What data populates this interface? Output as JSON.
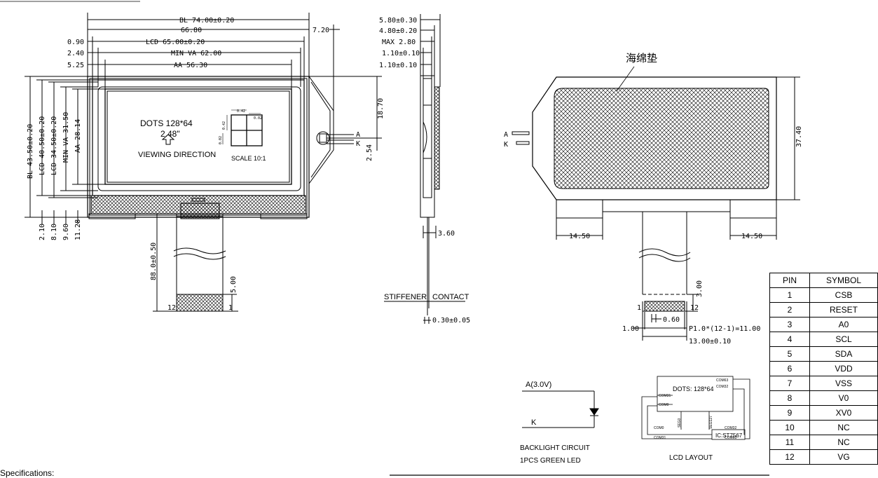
{
  "front_view": {
    "dims_top": [
      "BL  74.00±0.20",
      "66.80",
      "7.20",
      "0.90",
      "LCD  65.00±0.20",
      "2.40",
      "MIN  VA  62.00",
      "5.25",
      "AA  56.30"
    ],
    "dims_left": [
      "BL  43.50±0.20",
      "LCD  40.50±0.20",
      "LCD  34.50±0.20",
      "MIN  VA  31.50",
      "AA  28.14"
    ],
    "dims_bottom": [
      "2.10",
      "8.10",
      "9.60",
      "11.28"
    ],
    "dots": "DOTS    128*64",
    "size": "2.48\"",
    "viewing": "VIEWING  DIRECTION",
    "scale": "SCALE  10:1",
    "pixel_dims": [
      "0.42",
      "0.02",
      "0.42",
      "0.02"
    ],
    "tail_length": "88.0±0.50",
    "tail_end": "5.00",
    "pin_left": "12",
    "pin_right": "1",
    "led_a": "A",
    "led_k": "K",
    "dim_1870": "18.70",
    "dim_254": "2.54"
  },
  "side_view": {
    "dims": [
      "5.80±0.30",
      "4.80±0.20",
      "MAX  2.80",
      "1.10±0.10",
      "1.10±0.10"
    ],
    "dim_360": "3.60",
    "stiffener": "STIFFENER",
    "contact": "CONTACT",
    "dim_030": "0.30±0.05"
  },
  "back_view": {
    "sponge": "海绵垫",
    "dim_height": "37.40",
    "dim_left": "14.50",
    "dim_right": "14.50",
    "led_a": "A",
    "led_k": "K",
    "dim_300": "3.00",
    "pin_1": "1",
    "pin_12": "12",
    "dim_100": "1.00",
    "dim_060": "0.60",
    "pitch": "P1.0*(12-1)=11.00",
    "width": "13.00±0.10"
  },
  "backlight": {
    "anode": "A(3.0V)",
    "cathode": "K",
    "title1": "BACKLIGHT  CIRCUIT",
    "title2": "1PCS  GREEN  LED"
  },
  "lcd_layout": {
    "dots": "DOTS: 128*64",
    "com63a": "COM63",
    "com32a": "COM32",
    "com31a": "COM31",
    "com0a": "COM0",
    "seg0": "SEG0",
    "seg127": "SEG127",
    "com0b": "COM0",
    "com32b": "COM32",
    "com31b": "COM31",
    "com63b": "COM63",
    "ic": "IC:ST7567",
    "title": "LCD  LAYOUT"
  },
  "pin_table": {
    "headers": [
      "PIN",
      "SYMBOL"
    ],
    "rows": [
      [
        "1",
        "CSB"
      ],
      [
        "2",
        "RESET"
      ],
      [
        "3",
        "A0"
      ],
      [
        "4",
        "SCL"
      ],
      [
        "5",
        "SDA"
      ],
      [
        "6",
        "VDD"
      ],
      [
        "7",
        "VSS"
      ],
      [
        "8",
        "V0"
      ],
      [
        "9",
        "XV0"
      ],
      [
        "10",
        "NC"
      ],
      [
        "11",
        "NC"
      ],
      [
        "12",
        "VG"
      ]
    ]
  },
  "specs_label": "Specifications:"
}
